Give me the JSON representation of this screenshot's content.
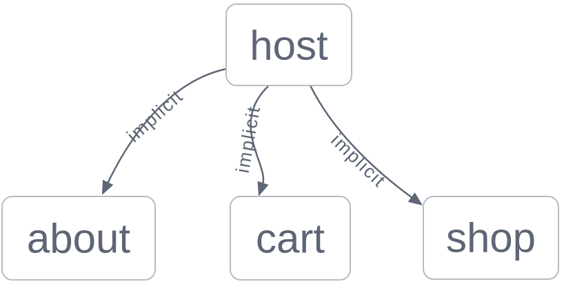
{
  "diagram": {
    "type": "graph",
    "direction": "top-down",
    "nodes": [
      {
        "id": "host",
        "label": "host"
      },
      {
        "id": "about",
        "label": "about"
      },
      {
        "id": "cart",
        "label": "cart"
      },
      {
        "id": "shop",
        "label": "shop"
      }
    ],
    "edges": [
      {
        "from": "host",
        "to": "about",
        "label": "implicit"
      },
      {
        "from": "host",
        "to": "cart",
        "label": "implicit"
      },
      {
        "from": "host",
        "to": "shop",
        "label": "implicit"
      }
    ],
    "colors": {
      "node_bg": "#ffffff",
      "node_border": "#b8bbc1",
      "node_text": "#5d6576",
      "edge_color": "#5e6776",
      "edge_label_text": "#5d6576",
      "background": "#ffffff"
    }
  }
}
